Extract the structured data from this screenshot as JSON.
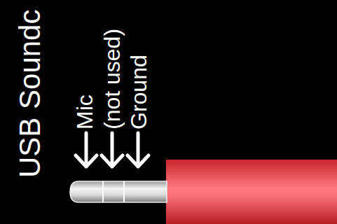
{
  "diagram": {
    "labels": [
      "USB Soundc",
      "Mic",
      "(not used)",
      "Ground"
    ]
  }
}
